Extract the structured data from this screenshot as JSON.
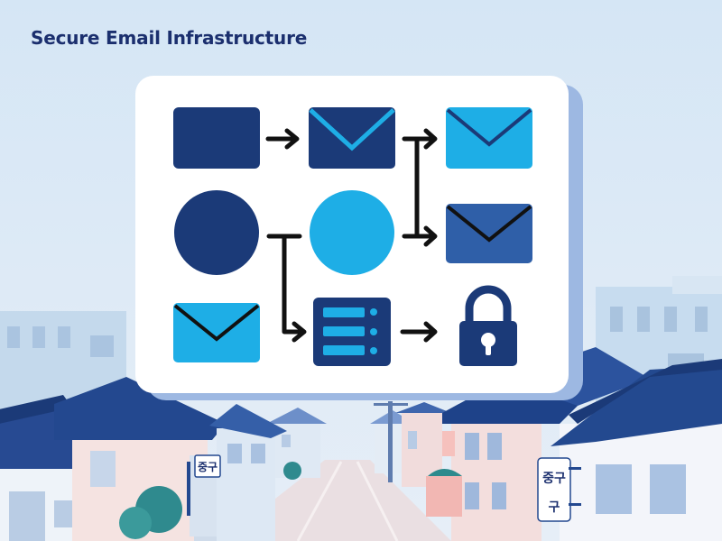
{
  "header": {
    "title": "Secure Email Infrastructure"
  },
  "street": {
    "sign_left": "중구",
    "sign_right_top": "중구",
    "sign_right_bottom": "구"
  },
  "diagram": {
    "nodes": [
      {
        "id": "sender",
        "icon": "rounded-rectangle"
      },
      {
        "id": "email-dark",
        "icon": "envelope-icon"
      },
      {
        "id": "email-light-top",
        "icon": "envelope-icon"
      },
      {
        "id": "user-dark",
        "icon": "circle"
      },
      {
        "id": "user-light",
        "icon": "circle"
      },
      {
        "id": "email-mid",
        "icon": "envelope-icon"
      },
      {
        "id": "email-light-bottom",
        "icon": "envelope-icon"
      },
      {
        "id": "server",
        "icon": "server-icon"
      },
      {
        "id": "lock",
        "icon": "lock-icon"
      }
    ],
    "edges": [
      {
        "from": "sender",
        "to": "email-dark"
      },
      {
        "from": "email-dark",
        "to": "email-light-top"
      },
      {
        "from": "email-dark",
        "to": "email-mid"
      },
      {
        "from": "user-dark",
        "to": "server"
      },
      {
        "from": "server",
        "to": "lock"
      }
    ]
  },
  "colors": {
    "navy": "#1b3a78",
    "sky": "#1eaee6",
    "royal": "#2f5fa8",
    "panel": "#ffffff",
    "sky_bg": "#dbe9f6",
    "arrow": "#111111"
  }
}
